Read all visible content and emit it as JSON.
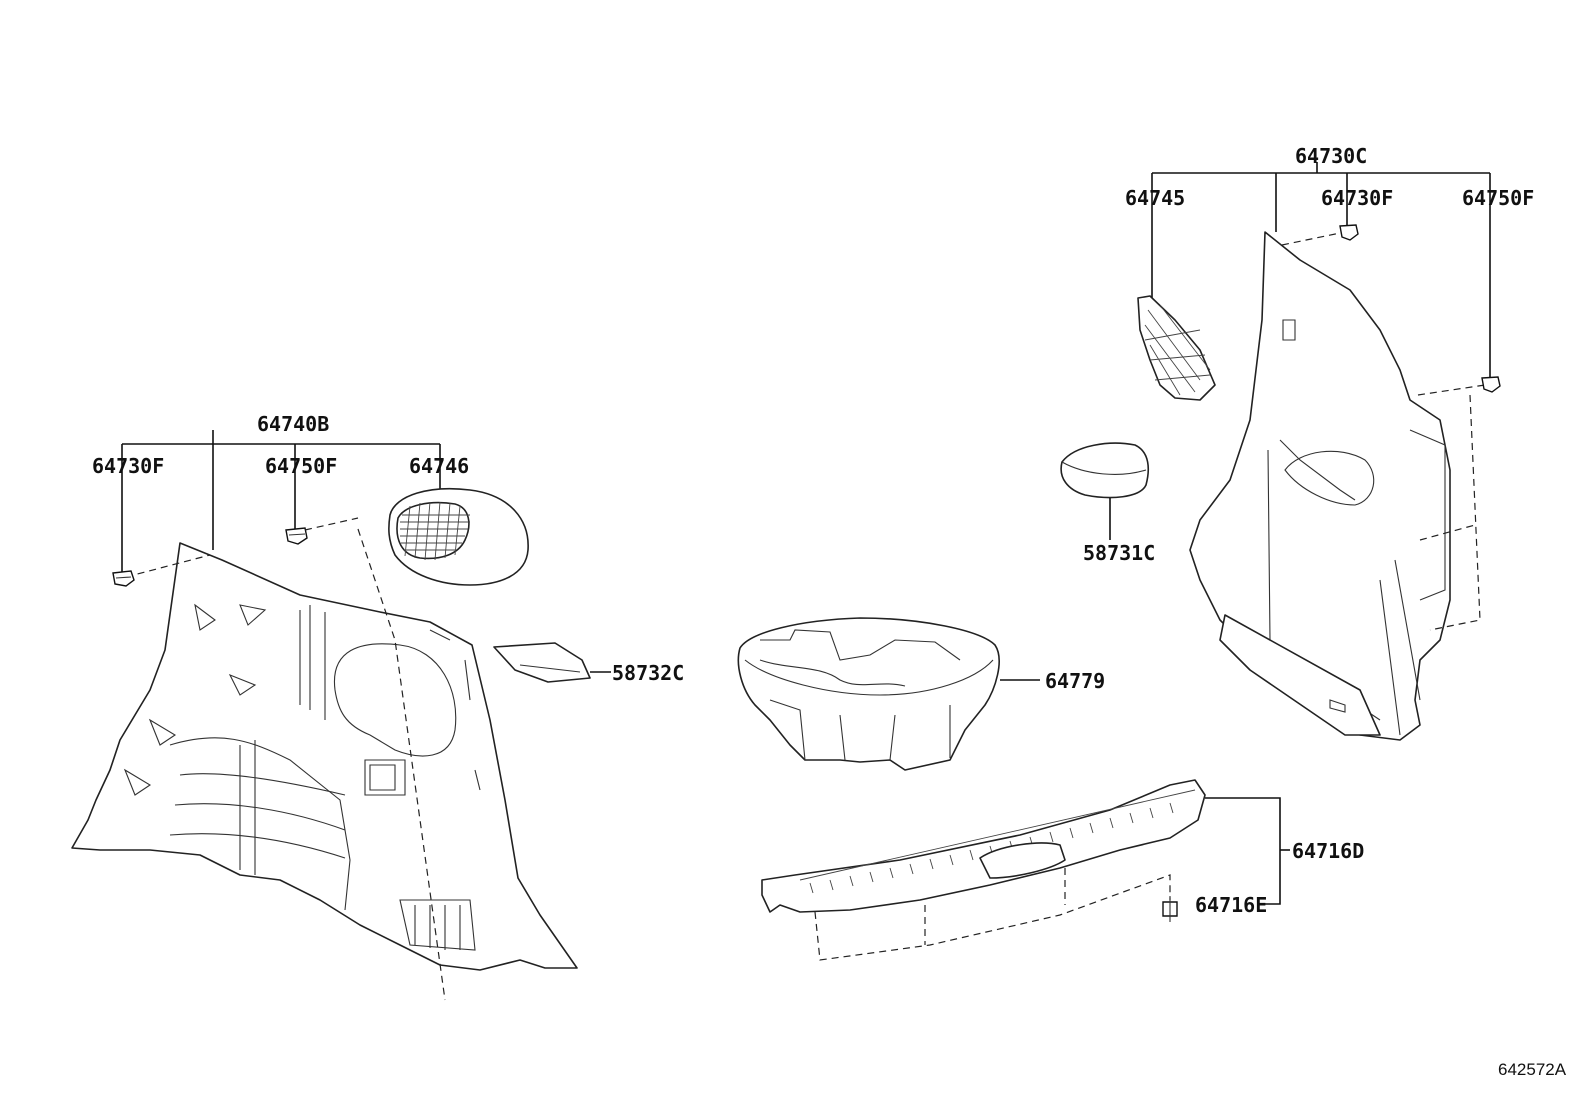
{
  "diagram": {
    "reference_code": "642572A",
    "callouts": {
      "p64740B": "64740B",
      "p64730F_left": "64730F",
      "p64750F_left": "64750F",
      "p64746": "64746",
      "p58732C": "58732C",
      "p64779": "64779",
      "p64730C": "64730C",
      "p64745": "64745",
      "p64730F_right": "64730F",
      "p64750F_right": "64750F",
      "p58731C": "58731C",
      "p64716D": "64716D",
      "p64716E": "64716E"
    }
  }
}
